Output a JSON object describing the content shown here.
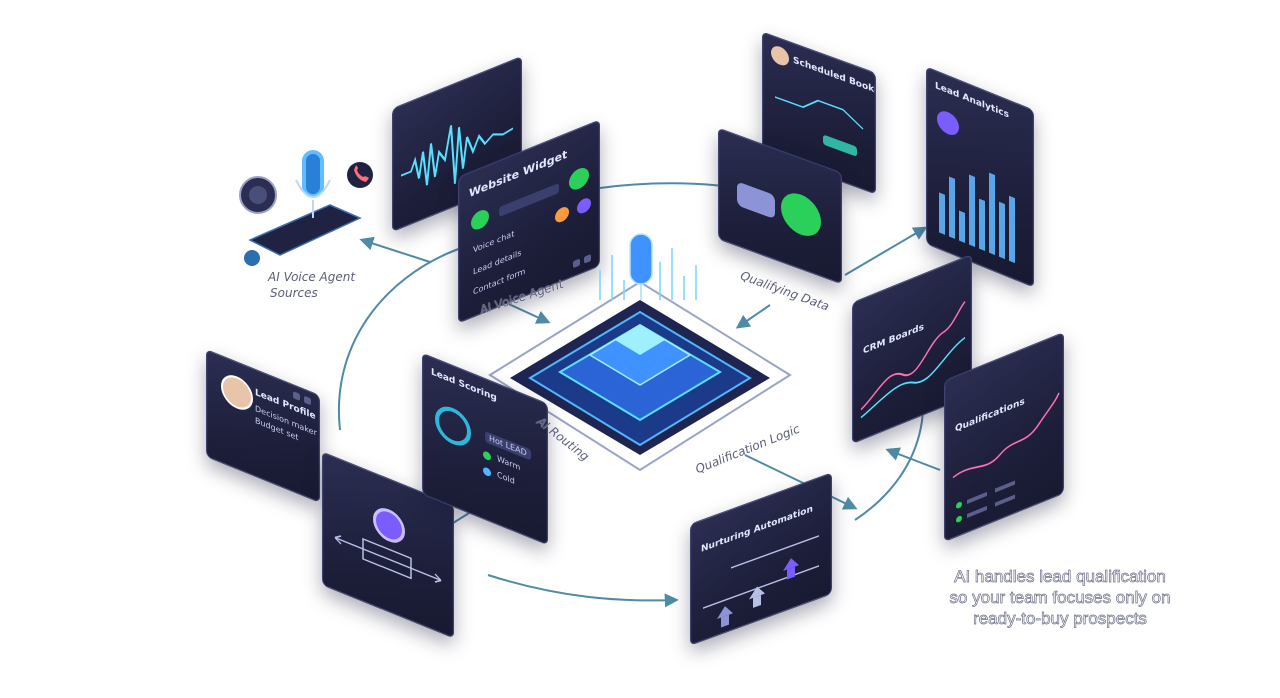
{
  "labels": {
    "sources": [
      "AI Voice Agent",
      "Sources"
    ],
    "voice_agent": "AI Voice Agent",
    "qualifying": "Qualifying Data",
    "routing": "AI Routing",
    "qualification_logic": "Qualification Logic"
  },
  "panels": {
    "waveform": {
      "icon": "waveform-icon"
    },
    "website": {
      "title": "Website Widget",
      "rows": [
        "Voice chat",
        "Lead details",
        "Contact form"
      ]
    },
    "scheduled": {
      "title": "Scheduled Booking"
    },
    "whatsapp": {
      "icon": "whatsapp-icon"
    },
    "analytics": {
      "title": "Lead Analytics"
    },
    "crm": {
      "title": "CRM Boards"
    },
    "lead_score": {
      "title": "Lead Scoring",
      "rows": [
        "Hot LEAD",
        "Warm",
        "Cold"
      ]
    },
    "profile": {
      "title": "Lead Profile",
      "rows": [
        "Decision maker",
        "Budget set"
      ]
    },
    "router": {
      "icon": "router-icon"
    },
    "automation": {
      "title": "Nurturing Automation"
    },
    "qualifications": {
      "title": "Qualifications"
    }
  },
  "caption": {
    "lines": [
      "AI handles lead qualification",
      "so your team focuses only on",
      "ready-to-buy prospects"
    ]
  },
  "colors": {
    "panel": "#1f2240",
    "accent_blue": "#4fb6ff",
    "accent_cyan": "#58e0ff",
    "accent_pink": "#ff6fb2",
    "accent_purple": "#7b5cff",
    "whatsapp_green": "#2bd05a",
    "arrow": "#4f8aa6"
  }
}
